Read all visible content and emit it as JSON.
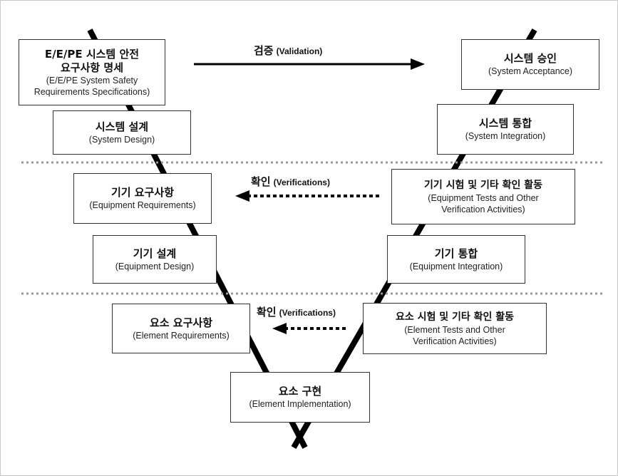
{
  "boxes": {
    "ee_pe": {
      "kr1": "E/E/PE 시스템 안전",
      "kr2": "요구사항 명세",
      "en1": "(E/E/PE System Safety",
      "en2": "Requirements Specifications)"
    },
    "system_design": {
      "kr": "시스템 설계",
      "en": "(System Design)"
    },
    "equipment_requirements": {
      "kr": "기기 요구사항",
      "en": "(Equipment Requirements)"
    },
    "equipment_design": {
      "kr": "기기 설계",
      "en": "(Equipment Design)"
    },
    "element_requirements": {
      "kr": "요소 요구사항",
      "en": "(Element Requirements)"
    },
    "element_implementation": {
      "kr": "요소 구현",
      "en": "(Element Implementation)"
    },
    "system_acceptance": {
      "kr": "시스템 승인",
      "en": "(System Acceptance)"
    },
    "system_integration": {
      "kr": "시스템 통합",
      "en": "(System Integration)"
    },
    "equipment_tests": {
      "kr": "기기 시험 및 기타 확인 활동",
      "en1": "(Equipment Tests and Other",
      "en2": "Verification Activities)"
    },
    "equipment_integration": {
      "kr": "기기 통합",
      "en": "(Equipment Integration)"
    },
    "element_tests": {
      "kr": "요소 시험 및 기타 확인 활동",
      "en1": "(Element Tests and Other",
      "en2": "Verification Activities)"
    }
  },
  "labels": {
    "validation": {
      "kr": "검증",
      "en": "(Validation)"
    },
    "verification_1": {
      "kr": "확인",
      "en": "(Verifications)"
    },
    "verification_2": {
      "kr": "확인",
      "en": "(Verifications)"
    }
  },
  "colors": {
    "line": "#000000",
    "separator": "#999999",
    "box_border": "#333333"
  }
}
